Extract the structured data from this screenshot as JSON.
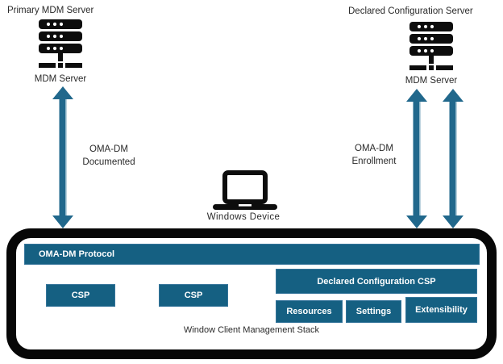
{
  "colors": {
    "teal_box": "#156082",
    "arrow": "#21688C",
    "frame_black": "#070707"
  },
  "left_server": {
    "title": "Primary MDM Server",
    "caption": "MDM Server"
  },
  "right_server": {
    "title": "Declared Configuration Server",
    "caption": "MDM Server"
  },
  "left_link": {
    "line1": "OMA-DM",
    "line2": "Documented"
  },
  "right_link": {
    "line1": "OMA-DM",
    "line2": "Enrollment"
  },
  "device": {
    "caption": "Windows Device"
  },
  "stack": {
    "protocol_bar": "OMA-DM Protocol",
    "csp_left": "CSP",
    "csp_middle": "CSP",
    "declared_csp": "Declared Configuration CSP",
    "sub_boxes": [
      "Resources",
      "Settings",
      "Extensibility"
    ],
    "caption": "Window Client Management Stack"
  }
}
